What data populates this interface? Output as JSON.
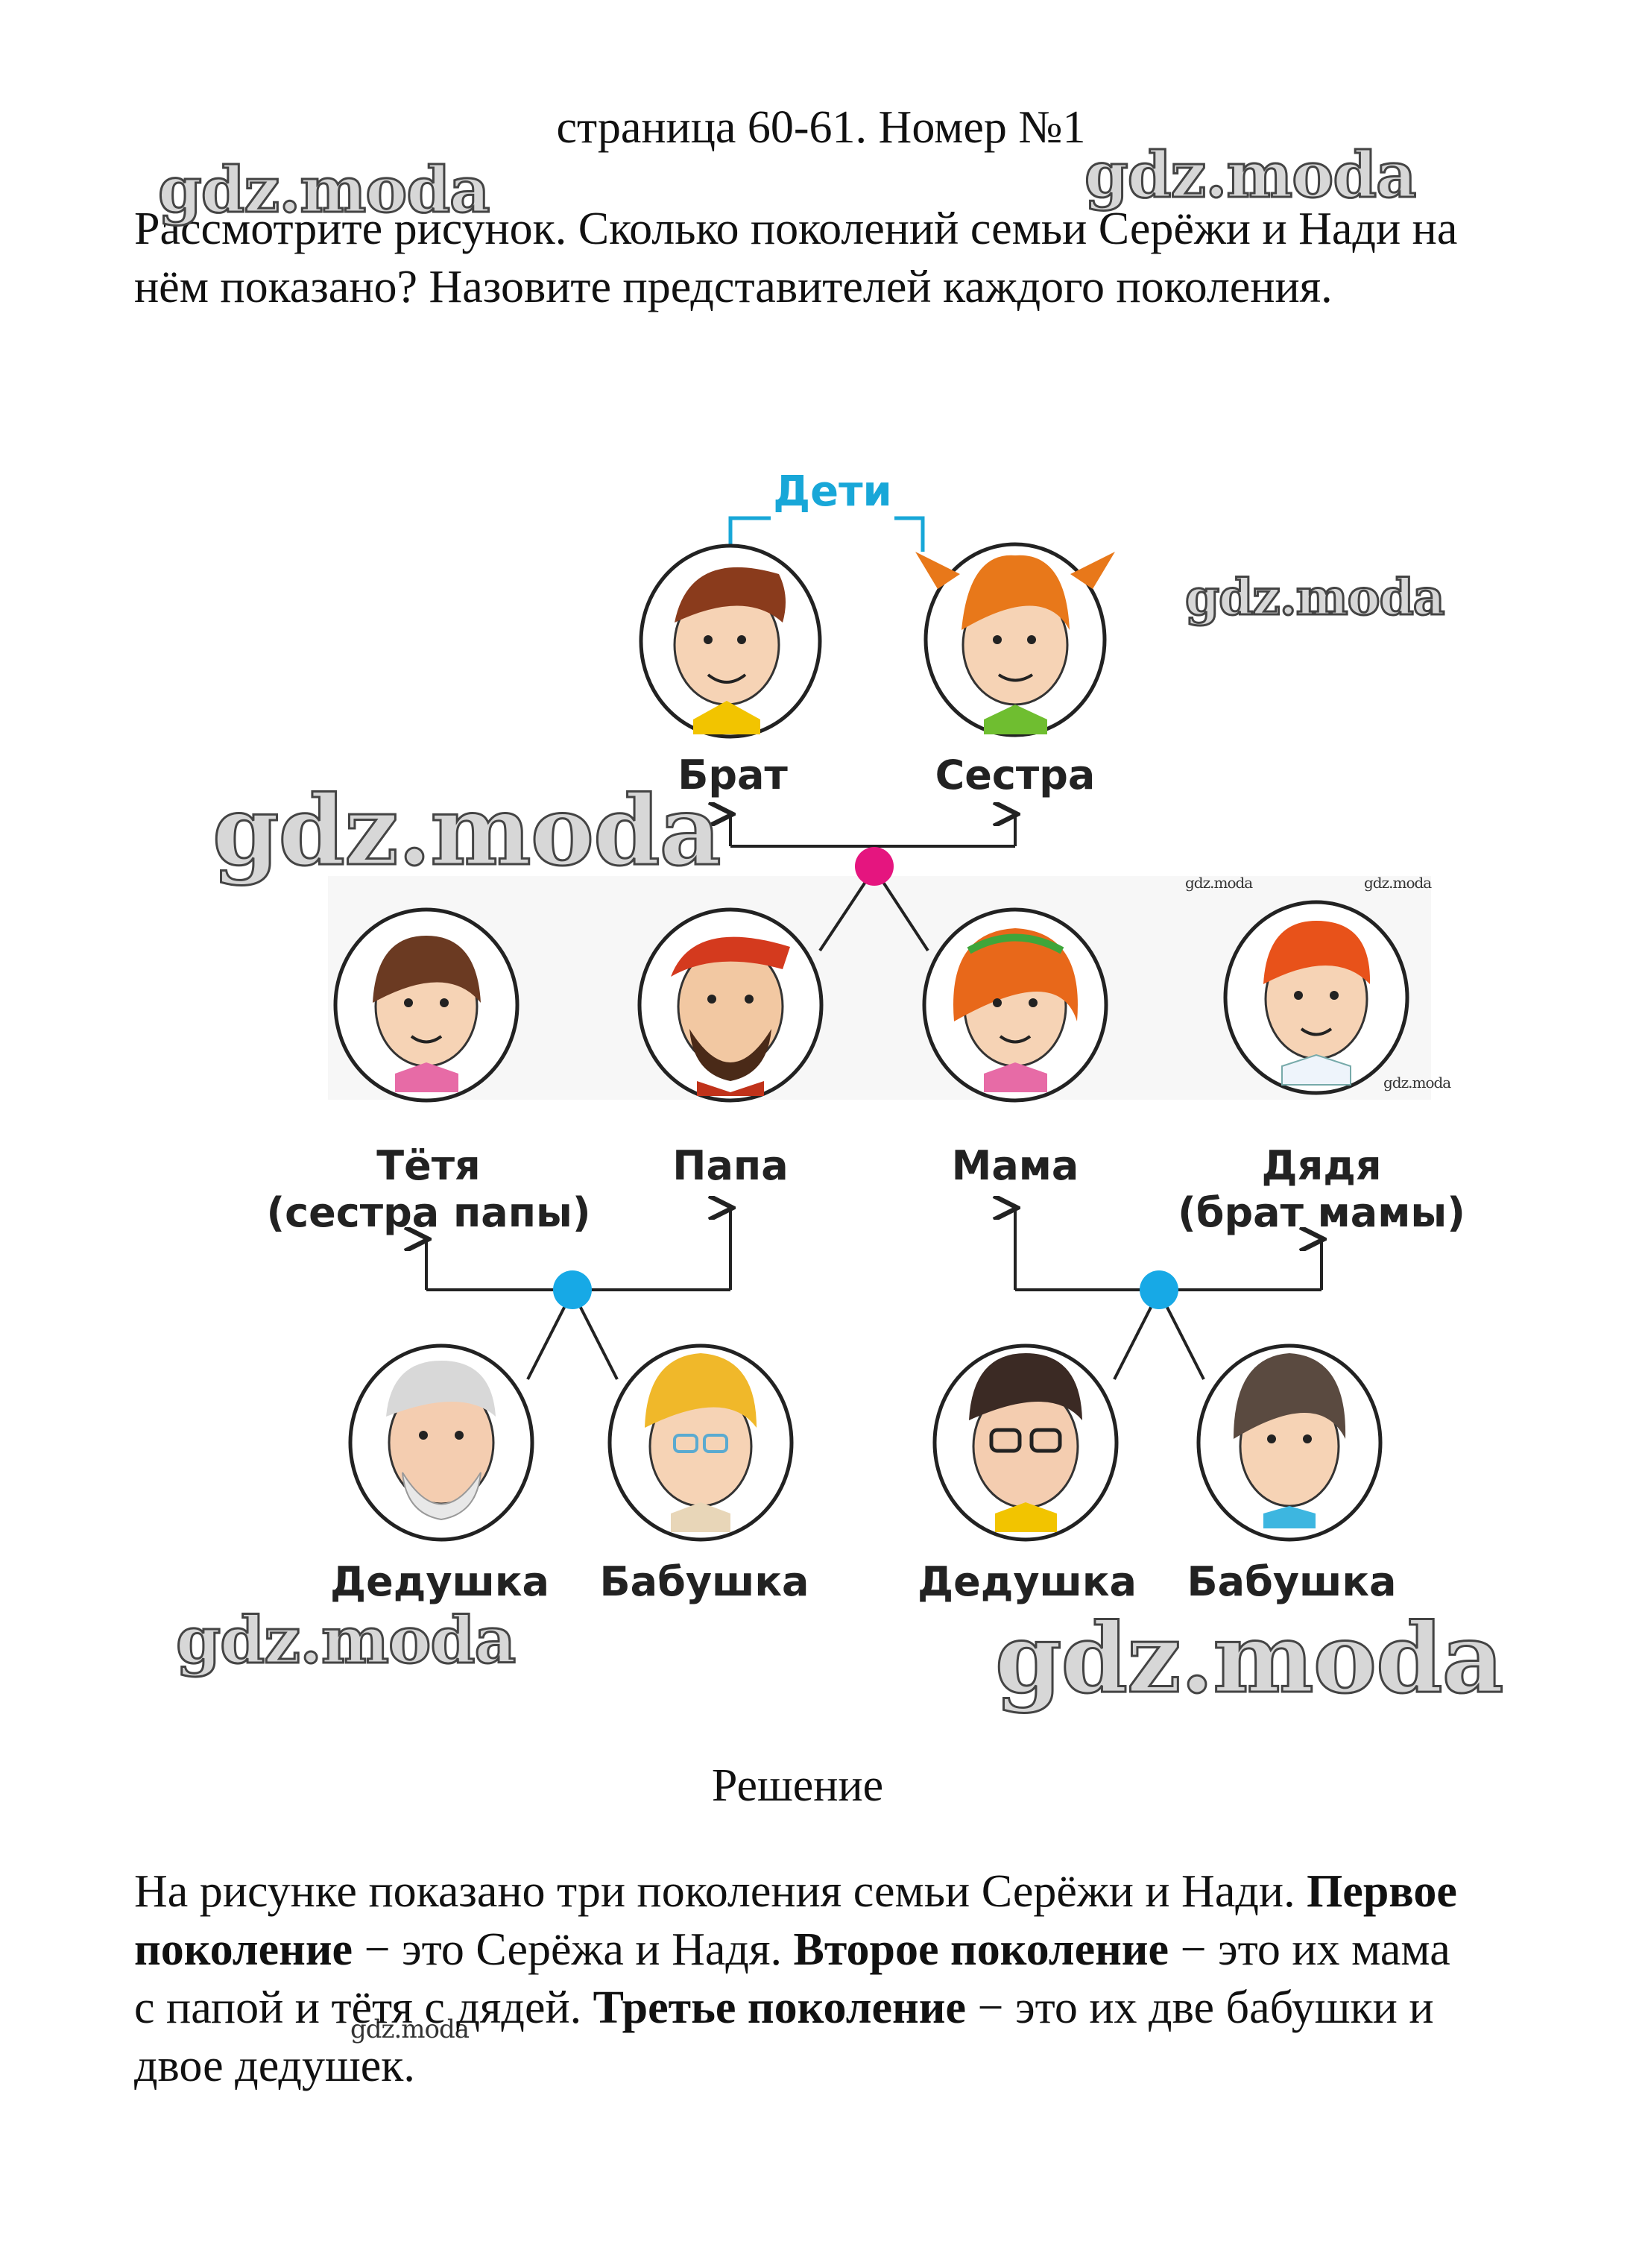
{
  "header": "страница 60-61. Номер №1",
  "task": "Рассмотрите рисунок. Сколько поколений семьи Серёжи и Нади на нём показано? Назовите представителей каждого поколения.",
  "figure": {
    "children_label": "Дети",
    "children": {
      "brother": "Брат",
      "sister": "Сестра"
    },
    "parents": {
      "aunt": "Тётя",
      "aunt_note": "(сестра  папы)",
      "father": "Папа",
      "mother": "Мама",
      "uncle": "Дядя",
      "uncle_note": "(брат  мамы)"
    },
    "grandparents": {
      "grandfather_1": "Дедушка",
      "grandmother_1": "Бабушка",
      "grandfather_2": "Дедушка",
      "grandmother_2": "Бабушка"
    },
    "colors": {
      "marriage_top": "#e5157f",
      "marriage_bottom": "#17a9e6",
      "children_label": "#18a7d8"
    }
  },
  "solution_title": "Решение",
  "answer": {
    "p1": "На рисунке показано три поколения семьи Серёжи и Нади. ",
    "b1": "Первое поколение",
    "p2": " − это Серёжа и Надя. ",
    "b2": "Второе поколение",
    "p3": " − это их мама с папой и тётя с дядей. ",
    "b3": "Третье поколение",
    "p4": " − это их две бабушки и двое дедушек."
  },
  "watermark": "gdz.moda"
}
